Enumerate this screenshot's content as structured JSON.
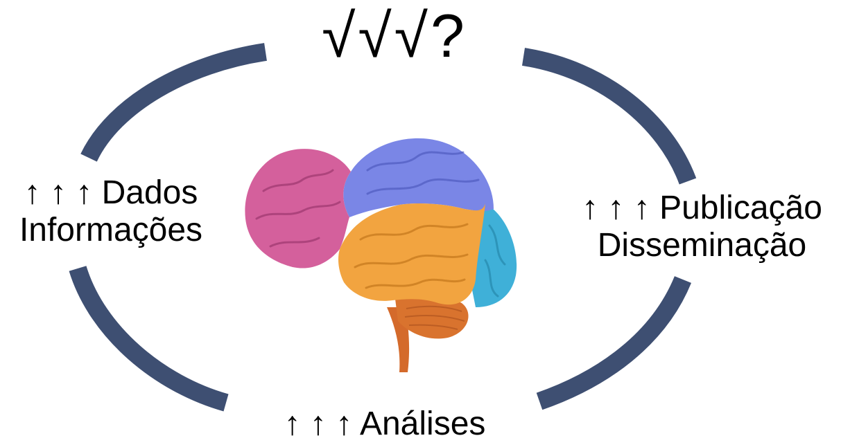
{
  "colors": {
    "ring": "#3e4f72",
    "text": "#000000",
    "background": "#ffffff",
    "lobe_frontal": "#d4609c",
    "lobe_parietal": "#7a86e6",
    "lobe_temporal": "#f2a440",
    "lobe_occipital": "#3fb0d8",
    "cerebellum": "#d9732e",
    "brainstem": "#d46a2b"
  },
  "labels": {
    "top": "√√√?",
    "left_line1": "↑ ↑ ↑ Dados",
    "left_line2": "Informações",
    "right_line1": "↑ ↑ ↑ Publicação",
    "right_line2": "Disseminação",
    "bottom": "↑ ↑ ↑ Análises"
  },
  "icons": {
    "center": "brain-icon"
  }
}
